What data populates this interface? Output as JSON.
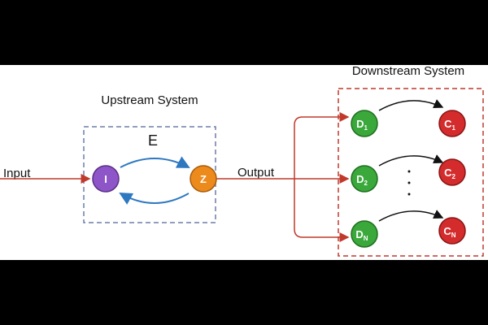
{
  "diagram": {
    "upstream_label": "Upstream System",
    "downstream_label": "Downstream System",
    "input_label": "Input",
    "output_label": "Output",
    "edge_label": "E",
    "nodes": {
      "i": {
        "letter": "I",
        "color": "#8e55c8"
      },
      "z": {
        "letter": "Z",
        "color": "#ec8a1c"
      },
      "d1": {
        "letter": "D",
        "sub": "1",
        "color": "#3aa83a"
      },
      "d2": {
        "letter": "D",
        "sub": "2",
        "color": "#3aa83a"
      },
      "dn": {
        "letter": "D",
        "sub": "N",
        "color": "#3aa83a"
      },
      "c1": {
        "letter": "C",
        "sub": "1",
        "color": "#d42c2c"
      },
      "c2": {
        "letter": "C",
        "sub": "2",
        "color": "#d42c2c"
      },
      "cn": {
        "letter": "C",
        "sub": "N",
        "color": "#d42c2c"
      }
    },
    "ellipsis": "·  ·  ·",
    "colors": {
      "signal": "#c0392b",
      "feedback": "#2e78c0",
      "coupling": "#111111",
      "upstream_box": "#6b7fa8",
      "downstream_box": "#c0392b"
    }
  }
}
